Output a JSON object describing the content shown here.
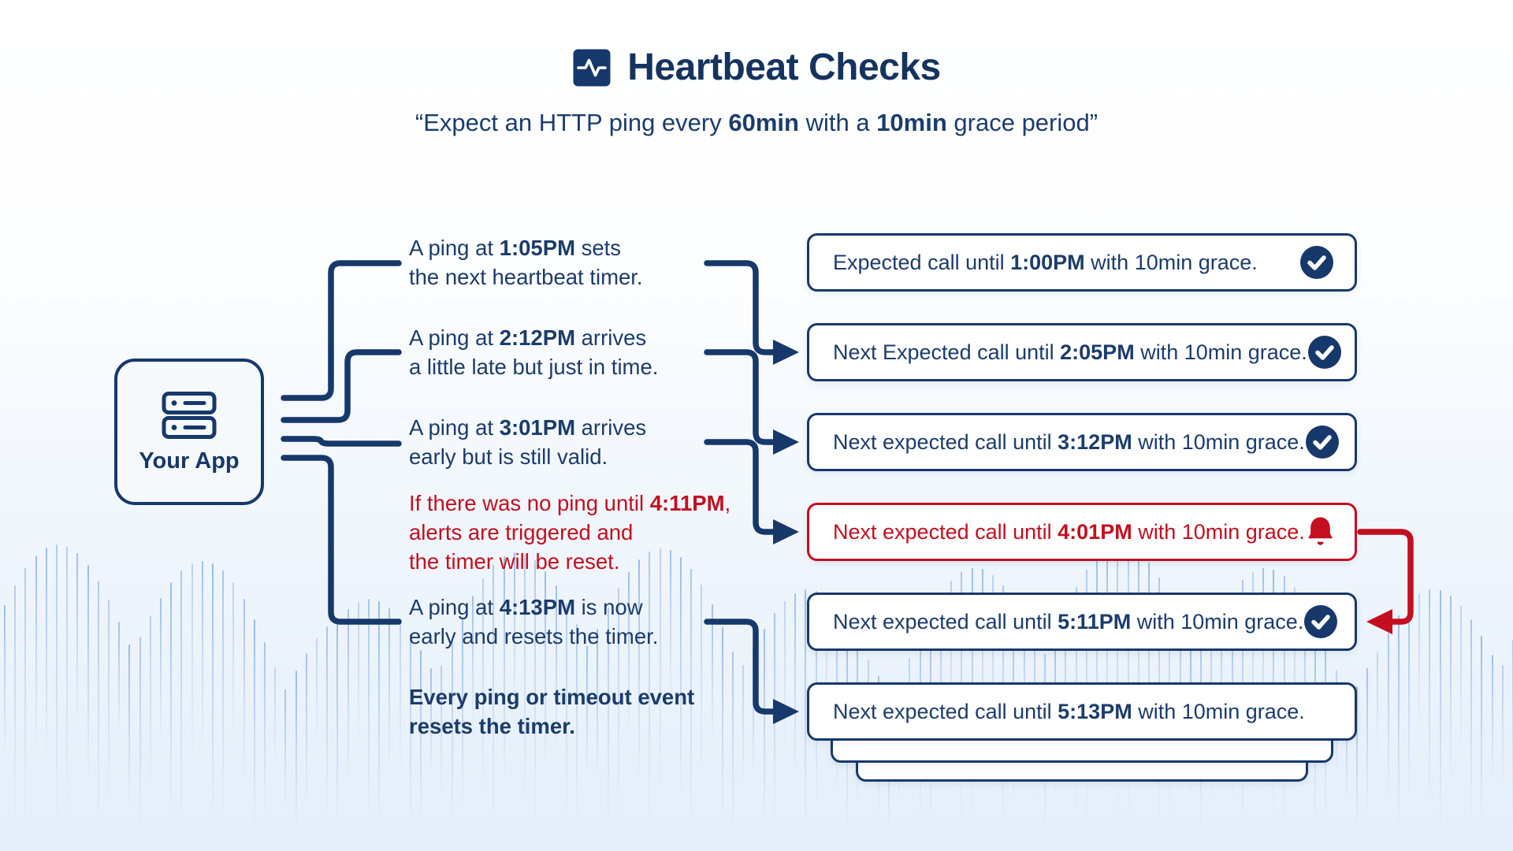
{
  "header": {
    "icon": "heartbeat-pulse-icon",
    "title": "Heartbeat Checks",
    "subtitle_parts": [
      {
        "t": "“Expect an HTTP ping every "
      },
      {
        "t": "60min",
        "bold": true
      },
      {
        "t": " with a "
      },
      {
        "t": "10min",
        "bold": true
      },
      {
        "t": " grace period”"
      }
    ]
  },
  "app_box": {
    "icon": "server-icon",
    "label": "Your App"
  },
  "annotations": [
    {
      "tone": "navy",
      "lines": [
        [
          {
            "t": "A ping at "
          },
          {
            "t": "1:05PM",
            "bold": true
          },
          {
            "t": " sets"
          }
        ],
        [
          {
            "t": "the next heartbeat timer."
          }
        ]
      ]
    },
    {
      "tone": "navy",
      "lines": [
        [
          {
            "t": "A ping at "
          },
          {
            "t": "2:12PM",
            "bold": true
          },
          {
            "t": " arrives"
          }
        ],
        [
          {
            "t": "a little late but just in time."
          }
        ]
      ]
    },
    {
      "tone": "navy",
      "lines": [
        [
          {
            "t": "A ping at "
          },
          {
            "t": "3:01PM",
            "bold": true
          },
          {
            "t": " arrives"
          }
        ],
        [
          {
            "t": "early but is still valid."
          }
        ]
      ]
    },
    {
      "tone": "red",
      "lines": [
        [
          {
            "t": "If there was no ping until "
          },
          {
            "t": "4:11PM",
            "bold": true
          },
          {
            "t": ","
          }
        ],
        [
          {
            "t": "alerts are triggered and"
          }
        ],
        [
          {
            "t": "the timer will be reset."
          }
        ]
      ]
    },
    {
      "tone": "navy",
      "lines": [
        [
          {
            "t": "A ping at "
          },
          {
            "t": "4:13PM",
            "bold": true
          },
          {
            "t": " is now"
          }
        ],
        [
          {
            "t": "early and resets the timer."
          }
        ]
      ]
    },
    {
      "tone": "navy-bold",
      "lines": [
        [
          {
            "t": "Every ping or timeout event",
            "bold": true
          }
        ],
        [
          {
            "t": "resets the timer.",
            "bold": true
          }
        ]
      ]
    }
  ],
  "status_boxes": [
    {
      "variant": "ok",
      "icon": "check",
      "parts": [
        {
          "t": "Expected call until "
        },
        {
          "t": "1:00PM",
          "bold": true
        },
        {
          "t": " with 10min grace."
        }
      ]
    },
    {
      "variant": "ok",
      "icon": "check",
      "parts": [
        {
          "t": "Next Expected call until "
        },
        {
          "t": "2:05PM",
          "bold": true
        },
        {
          "t": " with 10min grace."
        }
      ]
    },
    {
      "variant": "ok",
      "icon": "check",
      "parts": [
        {
          "t": "Next expected call until "
        },
        {
          "t": "3:12PM",
          "bold": true
        },
        {
          "t": " with 10min grace."
        }
      ]
    },
    {
      "variant": "alert",
      "icon": "bell",
      "parts": [
        {
          "t": "Next expected call until "
        },
        {
          "t": "4:01PM",
          "bold": true
        },
        {
          "t": " with 10min grace."
        }
      ]
    },
    {
      "variant": "ok",
      "icon": "check",
      "parts": [
        {
          "t": "Next expected call until "
        },
        {
          "t": "5:11PM",
          "bold": true
        },
        {
          "t": " with 10min grace."
        }
      ]
    },
    {
      "variant": "ok",
      "icon": "none",
      "parts": [
        {
          "t": "Next expected call until "
        },
        {
          "t": "5:13PM",
          "bold": true
        },
        {
          "t": " with 10min grace."
        }
      ]
    }
  ],
  "colors": {
    "navy": "#17386b",
    "red": "#c30f1f",
    "background_tint": "#e4eefa",
    "waveform_blue": "#78a5d8"
  }
}
